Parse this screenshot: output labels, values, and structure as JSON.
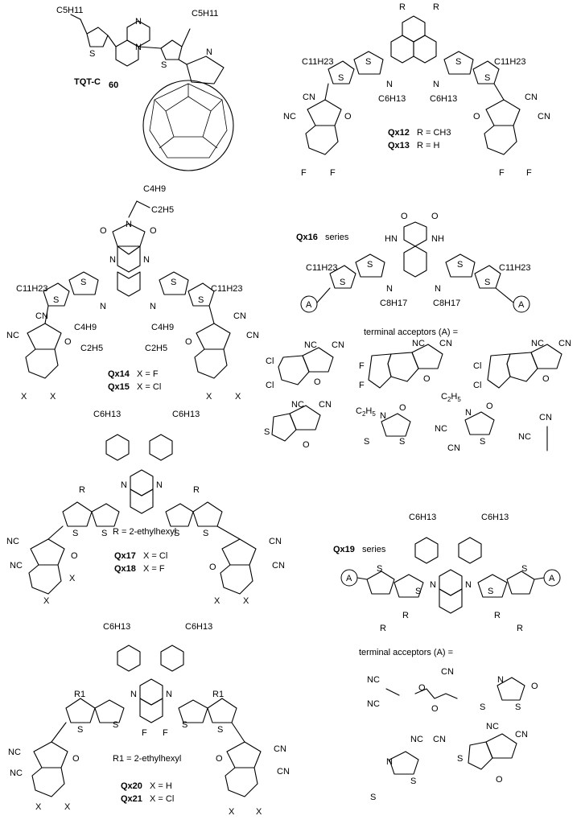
{
  "compounds": {
    "tqt": {
      "name": "TQT-C",
      "sub": "60",
      "pentyl": "C5H11"
    },
    "qx12_13": {
      "entries": [
        {
          "name": "Qx12",
          "rdef": "R = CH3"
        },
        {
          "name": "Qx13",
          "rdef": "R = H"
        }
      ],
      "alkyl": "C11H23",
      "nalkyl": "C6H13"
    },
    "qx14_15": {
      "entries": [
        {
          "name": "Qx14",
          "xdef": "X = F"
        },
        {
          "name": "Qx15",
          "xdef": "X = Cl"
        }
      ],
      "alkyl": "C11H23",
      "branch": "C4H9",
      "branch2": "C2H5"
    },
    "qx16": {
      "name": "Qx16",
      "suffix": "series",
      "alkyl": "C11H23",
      "nalkyl": "C8H17",
      "acceptors_label": "terminal acceptors (A) ="
    },
    "qx17_18": {
      "entries": [
        {
          "name": "Qx17",
          "xdef": "X = Cl"
        },
        {
          "name": "Qx18",
          "xdef": "X = F"
        }
      ],
      "rdef": "R = 2-ethylhexyl",
      "aryl_alkyl": "C6H13"
    },
    "qx19": {
      "name": "Qx19",
      "suffix": "series",
      "aryl_alkyl": "C6H13",
      "acceptors_label": "terminal acceptors (A) ="
    },
    "qx20_21": {
      "entries": [
        {
          "name": "Qx20",
          "xdef": "X = H"
        },
        {
          "name": "Qx21",
          "xdef": "X = Cl"
        }
      ],
      "rdef": "R1 = 2-ethylhexyl",
      "aryl_alkyl": "C6H13"
    }
  },
  "atoms": {
    "S": "S",
    "N": "N",
    "O": "O",
    "F": "F",
    "Cl": "Cl",
    "NC": "NC",
    "CN": "CN",
    "R": "R",
    "X": "X",
    "A": "A",
    "NH": "NH",
    "HN": "HN",
    "R1": "R1"
  }
}
